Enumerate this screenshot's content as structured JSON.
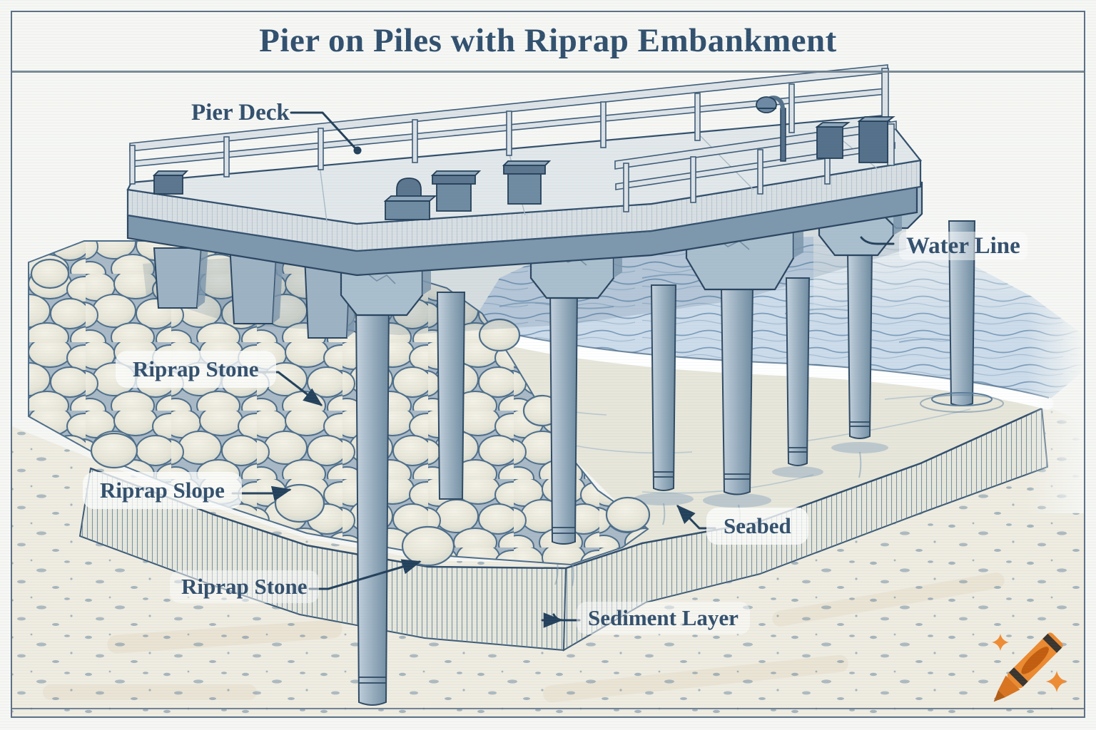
{
  "title": {
    "text": "Pier on Piles with Riprap Embankment"
  },
  "labels": {
    "pier_deck": "Pier Deck",
    "water_line": "Water Line",
    "riprap_stone_upper": "Riprap Stone",
    "riprap_slope": "Riprap Slope",
    "seabed": "Seabed",
    "riprap_stone_lower": "Riprap Stone",
    "sediment_layer": "Sediment Layer"
  },
  "watermark": {
    "name": "crayon-logo"
  },
  "palette": {
    "ink": "#33506d",
    "leader": "#24415c",
    "frame": "#5d7187",
    "paper": "#f6f7f4",
    "water": "#cddcea",
    "stone_fill": "#edebe0",
    "stone_outline": "#4e6e8a",
    "sand": "#efece1",
    "crayon_orange": "#ec8a30"
  }
}
